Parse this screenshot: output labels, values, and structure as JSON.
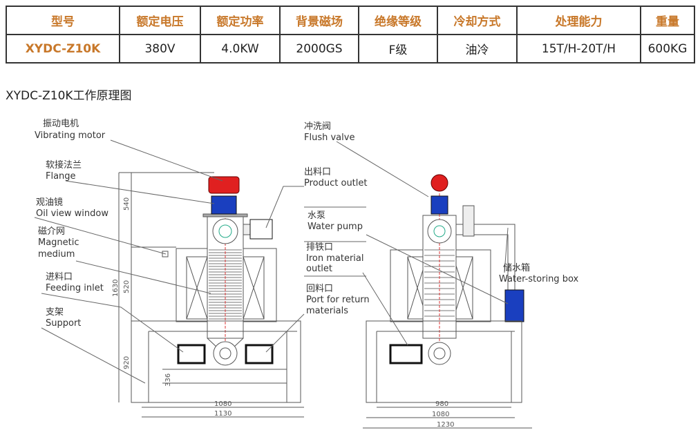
{
  "spec_table": {
    "headers": [
      "型号",
      "额定电压",
      "额定功率",
      "背景磁场",
      "绝缘等级",
      "冷却方式",
      "处理能力",
      "重量"
    ],
    "values": [
      "XYDC-Z10K",
      "380V",
      "4.0KW",
      "2000GS",
      "F级",
      "油冷",
      "15T/H-20T/H",
      "600KG"
    ]
  },
  "diagram_title": "XYDC-Z10K工作原理图",
  "labels": {
    "vibrating_motor": {
      "cn": "振动电机",
      "en": "Vibrating motor"
    },
    "flange": {
      "cn": "软接法兰",
      "en": "Flange"
    },
    "oil_view": {
      "cn": "观油镜",
      "en": "Oil view window"
    },
    "magnetic": {
      "cn": "磁介网",
      "en": "Magnetic",
      "en2": "medium"
    },
    "feeding": {
      "cn": "进料口",
      "en": "Feeding inlet"
    },
    "support": {
      "cn": "支架",
      "en": "Support"
    },
    "flush": {
      "cn": "冲洗阀",
      "en": "Flush valve"
    },
    "product": {
      "cn": "出料口",
      "en": "Product outlet"
    },
    "pump": {
      "cn": "水泵",
      "en": "Water pump"
    },
    "iron": {
      "cn": "排铁口",
      "en": "Iron material",
      "en2": "outlet"
    },
    "return": {
      "cn": "回料口",
      "en": "Port for return",
      "en2": "materials"
    },
    "water_box": {
      "cn": "储水箱",
      "en": "Water-storing box"
    }
  },
  "dimensions": {
    "h540": "540",
    "h520": "520",
    "h1630": "1630",
    "h920": "920",
    "h336": "336",
    "w1080": "1080",
    "w1130": "1130",
    "w980": "980",
    "w1080b": "1080",
    "w1230": "1230"
  },
  "colors": {
    "header_text": "#c8782a",
    "motor": "#e02020",
    "flange": "#1a3fbf"
  }
}
